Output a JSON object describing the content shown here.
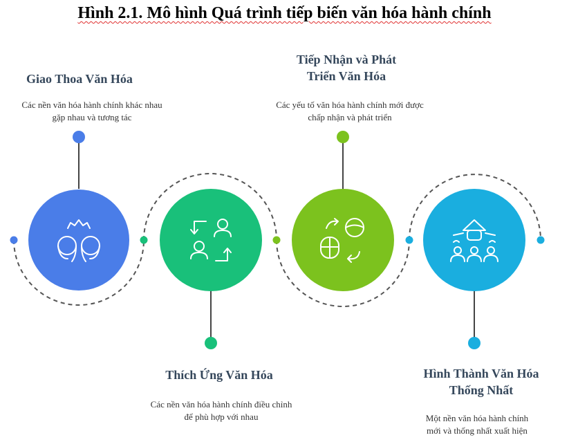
{
  "title": "Hình 2.1. Mô hình Quá trình tiếp biến văn hóa hành chính",
  "colors": {
    "blue": "#4a7de8",
    "green": "#19c07a",
    "lime": "#7cc21e",
    "cyan": "#1aaedf",
    "heading": "#35475b",
    "dash": "#555555"
  },
  "steps": [
    {
      "heading_lines": [
        "Giao Thoa Văn Hóa"
      ],
      "desc_lines": [
        "Các nền văn hóa hành chính khác nhau",
        "gặp nhau và tương tác"
      ],
      "icon": "two-people-icon"
    },
    {
      "heading_lines": [
        "Thích Ứng Văn Hóa"
      ],
      "desc_lines": [
        "Các nền văn hóa  hành chính điều chỉnh",
        "để phù hợp với nhau"
      ],
      "icon": "exchange-people-icon"
    },
    {
      "heading_lines": [
        "Tiếp Nhận và Phát",
        "Triển Văn Hóa"
      ],
      "desc_lines": [
        "Các yếu tố văn hóa hành chính mới được",
        "chấp nhận và phát triển"
      ],
      "icon": "culture-exchange-icon"
    },
    {
      "heading_lines": [
        "Hình Thành Văn Hóa",
        "Thống Nhất"
      ],
      "desc_lines": [
        "Một nền văn hóa hành chính",
        "mới và thống nhất xuất hiện"
      ],
      "icon": "unified-community-icon"
    }
  ]
}
